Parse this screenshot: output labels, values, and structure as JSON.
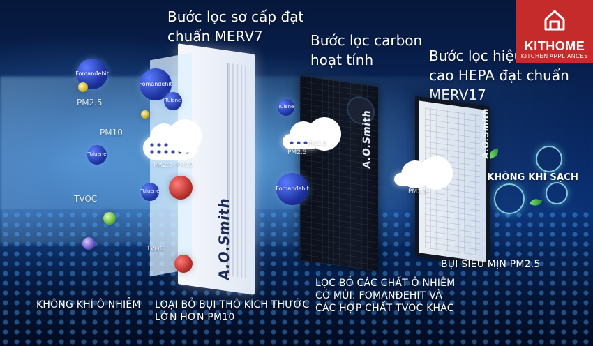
{
  "titles": {
    "filter1": [
      "Bước lọc sơ cấp đạt",
      "chuẩn MERV7"
    ],
    "filter2": [
      "Bước lọc carbon",
      "hoạt tính"
    ],
    "filter3": [
      "Bước lọc hiệu suất",
      "cao HEPA đạt chuẩn",
      "MERV17"
    ]
  },
  "captions": {
    "polluted": "KHÔNG KHÍ Ô NHIỄM",
    "remove_dust": [
      "LOẠI BỎ BỤI THÔ KÍCH THƯỚC",
      "LỚN HƠN PM10"
    ],
    "odor": [
      "LỌC BỎ CÁC CHẤT Ô NHIỄM",
      "CÓ MÙI: FOMANĐEHIT VÀ",
      "CÁC HỢP CHẤT TVOC KHÁC"
    ],
    "fine_dust": "BỤI SIÊU MỊN PM2.5",
    "clean_air": "KHÔNG KHÍ SẠCH"
  },
  "particles": {
    "formaldehyde_1": "Fomanđehit",
    "formaldehyde_2": "Fomanđehit",
    "formaldehyde_3": "Fomanđehit",
    "pm25": "PM2.5",
    "pm10": "PM10",
    "tvoc": "TVOC",
    "toluene_1": "Tulene",
    "toluene_2": "Tulene",
    "toluene_3": "Tuluene",
    "toluene_4": "Tuluene",
    "pm25_small": "PM2.5",
    "pm10_small": "PM10",
    "pm25_small_2": "PM2.5",
    "pm25_small_3": "PM2.5",
    "pm25_small_4": "PM2.5",
    "tvoc_small": "TVOC"
  },
  "brand": {
    "name": "KITHOME",
    "tagline": "KITCHEN APPLIANCES",
    "filter_brand": "A.O.Smith",
    "filter_brand_short": "A.O.Smith"
  },
  "colors": {
    "logo_bg": "#c62b2b",
    "text": "#ffffff"
  },
  "icons": {
    "kithome_logo": "house-outline-icon",
    "clean_air": "fresh-air-bubbles-leaves-icon"
  }
}
